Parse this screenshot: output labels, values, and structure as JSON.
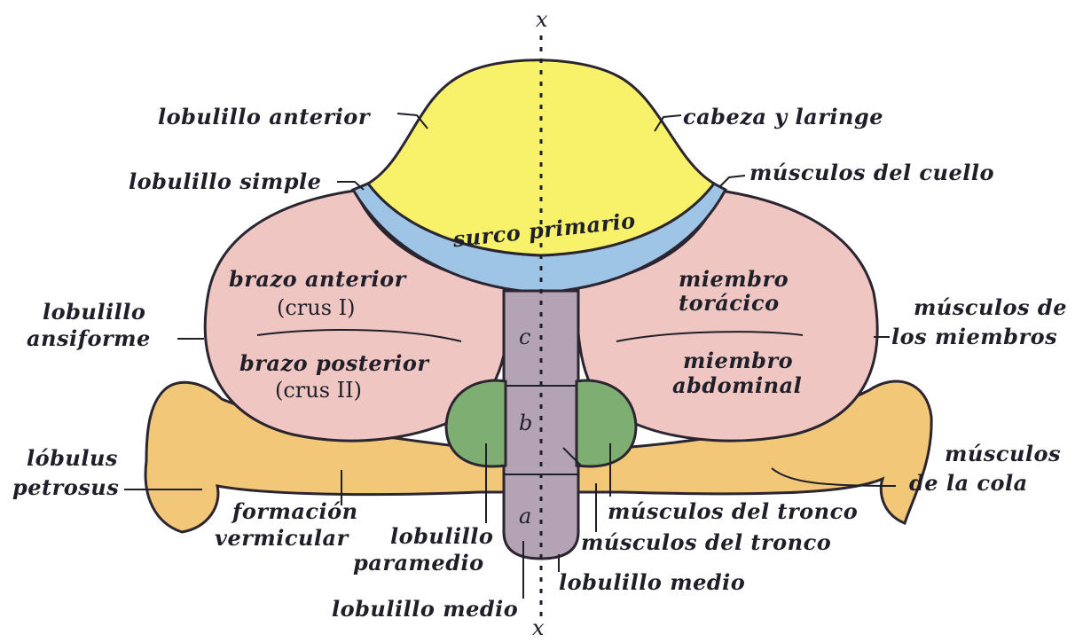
{
  "axis": {
    "top": "x",
    "bottom": "x"
  },
  "regions": {
    "surco_primario": "surco primario",
    "brazo_anterior": "brazo anterior",
    "crus_i": "(crus I)",
    "brazo_posterior": "brazo posterior",
    "crus_ii": "(crus II)",
    "miembro_toracico_1": "miembro",
    "miembro_toracico_2": "torácico",
    "miembro_abdominal_1": "miembro",
    "miembro_abdominal_2": "abdominal",
    "vermis_c": "c",
    "vermis_b": "b",
    "vermis_a": "a"
  },
  "labels": {
    "lobulillo_anterior": "lobulillo anterior",
    "cabeza_y_laringe": "cabeza y laringe",
    "lobulillo_simple": "lobulillo simple",
    "musculos_del_cuello": "músculos del cuello",
    "lobulillo_ansiforme_1": "lobulillo",
    "lobulillo_ansiforme_2": "ansiforme",
    "musculos_miembros_1": "músculos de",
    "musculos_miembros_2": "los miembros",
    "lobulus_petrosus_1": "lóbulus",
    "lobulus_petrosus_2": "petrosus",
    "musculos_cola_1": "músculos",
    "musculos_cola_2": "de la cola",
    "formacion_vermicular_1": "formación",
    "formacion_vermicular_2": "vermicular",
    "lobulillo_paramedio_1": "lobulillo",
    "lobulillo_paramedio_2": "paramedio",
    "musculos_del_tronco_a": "músculos del tronco",
    "musculos_del_tronco_b": "músculos del tronco",
    "lobulillo_medio_a": "lobulillo medio",
    "lobulillo_medio_b": "lobulillo medio"
  },
  "colors": {
    "anterior_lobe": "#f7f26a",
    "simple_lobule": "#9ec4e6",
    "ansiform": "#f0c6c2",
    "vermis": "#b4a3b5",
    "paramedian": "#7fae72",
    "paraflocculus": "#f2c777"
  }
}
